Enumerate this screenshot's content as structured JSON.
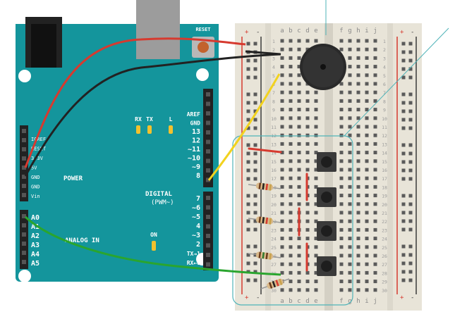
{
  "arduino": {
    "reset_label": "RESET",
    "led_labels": [
      "RX",
      "TX",
      "L"
    ],
    "on_label": "ON",
    "power_title": "POWER",
    "analog_title": "ANALOG IN",
    "digital_title": "DIGITAL",
    "pwm_label": "(PWM~)",
    "power_pins": [
      "IOREF",
      "RESET",
      "3.3V",
      "5V",
      "GND",
      "GND",
      "Vin"
    ],
    "analog_pins": [
      "A0",
      "A1",
      "A2",
      "A3",
      "A4",
      "A5"
    ],
    "digital_upper_pins": [
      "AREF",
      "GND",
      "13",
      "12",
      "~11",
      "~10",
      "~9",
      "8"
    ],
    "digital_lower_pins": [
      "7",
      "~6",
      "~5",
      "4",
      "~3",
      "2",
      "TX→1",
      "RX←0"
    ]
  },
  "breadboard": {
    "column_letters_left": [
      "a",
      "b",
      "c",
      "d",
      "e"
    ],
    "column_letters_right": [
      "f",
      "g",
      "h",
      "i",
      "j"
    ],
    "rail_plus": "+",
    "rail_minus": "-",
    "row_count": 30
  }
}
